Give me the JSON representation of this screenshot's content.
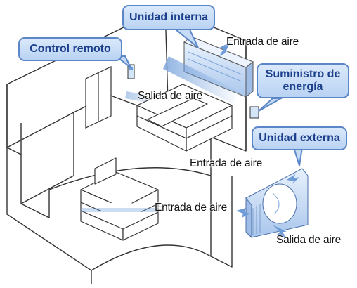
{
  "callouts": {
    "indoor_unit": "Unidad interna",
    "remote_control": "Control remoto",
    "power_supply_line1": "Suministro de",
    "power_supply_line2": "energía",
    "outdoor_unit": "Unidad externa"
  },
  "labels": {
    "indoor_air_inlet": "Entrada de aire",
    "indoor_air_outlet": "Salida de aire",
    "room_air_inlet": "Entrada de aire",
    "outdoor_air_inlet": "Entrada de aire",
    "outdoor_air_outlet": "Salida de aire"
  },
  "colors": {
    "callout_fill": "#c6dcf6",
    "callout_border": "#5b86c8",
    "callout_text": "#1b3f8b",
    "airflow_arrow": "#6d9bd8"
  }
}
